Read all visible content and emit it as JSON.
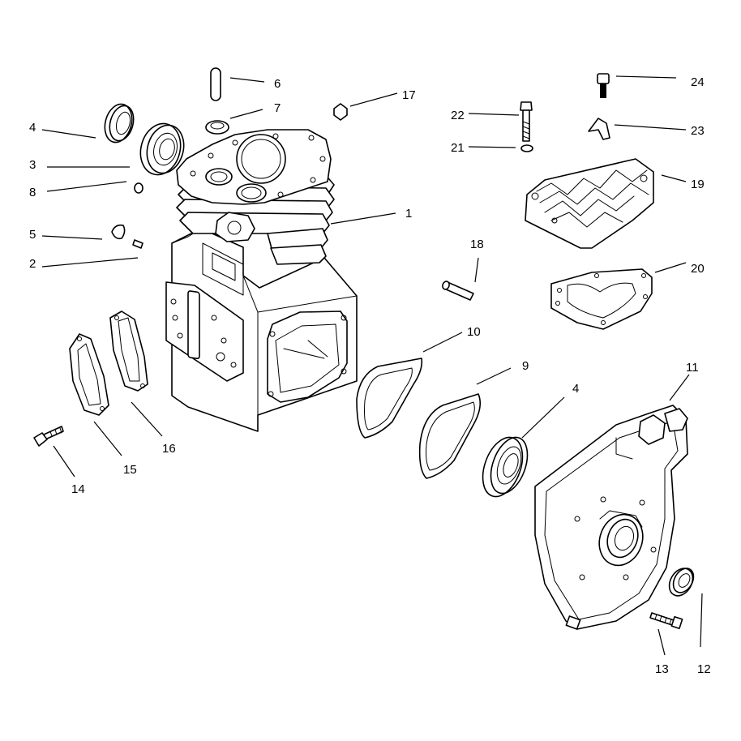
{
  "callouts": [
    {
      "id": "c1",
      "text": "1"
    },
    {
      "id": "c2",
      "text": "2"
    },
    {
      "id": "c3",
      "text": "3"
    },
    {
      "id": "c4a",
      "text": "4"
    },
    {
      "id": "c4b",
      "text": "4"
    },
    {
      "id": "c5",
      "text": "5"
    },
    {
      "id": "c6",
      "text": "6"
    },
    {
      "id": "c7",
      "text": "7"
    },
    {
      "id": "c8",
      "text": "8"
    },
    {
      "id": "c9",
      "text": "9"
    },
    {
      "id": "c10",
      "text": "10"
    },
    {
      "id": "c11",
      "text": "11"
    },
    {
      "id": "c12",
      "text": "12"
    },
    {
      "id": "c13",
      "text": "13"
    },
    {
      "id": "c14",
      "text": "14"
    },
    {
      "id": "c15",
      "text": "15"
    },
    {
      "id": "c16",
      "text": "16"
    },
    {
      "id": "c17",
      "text": "17"
    },
    {
      "id": "c18",
      "text": "18"
    },
    {
      "id": "c19",
      "text": "19"
    },
    {
      "id": "c20",
      "text": "20"
    },
    {
      "id": "c21",
      "text": "21"
    },
    {
      "id": "c22",
      "text": "22"
    },
    {
      "id": "c23",
      "text": "23"
    },
    {
      "id": "c24",
      "text": "24"
    }
  ]
}
